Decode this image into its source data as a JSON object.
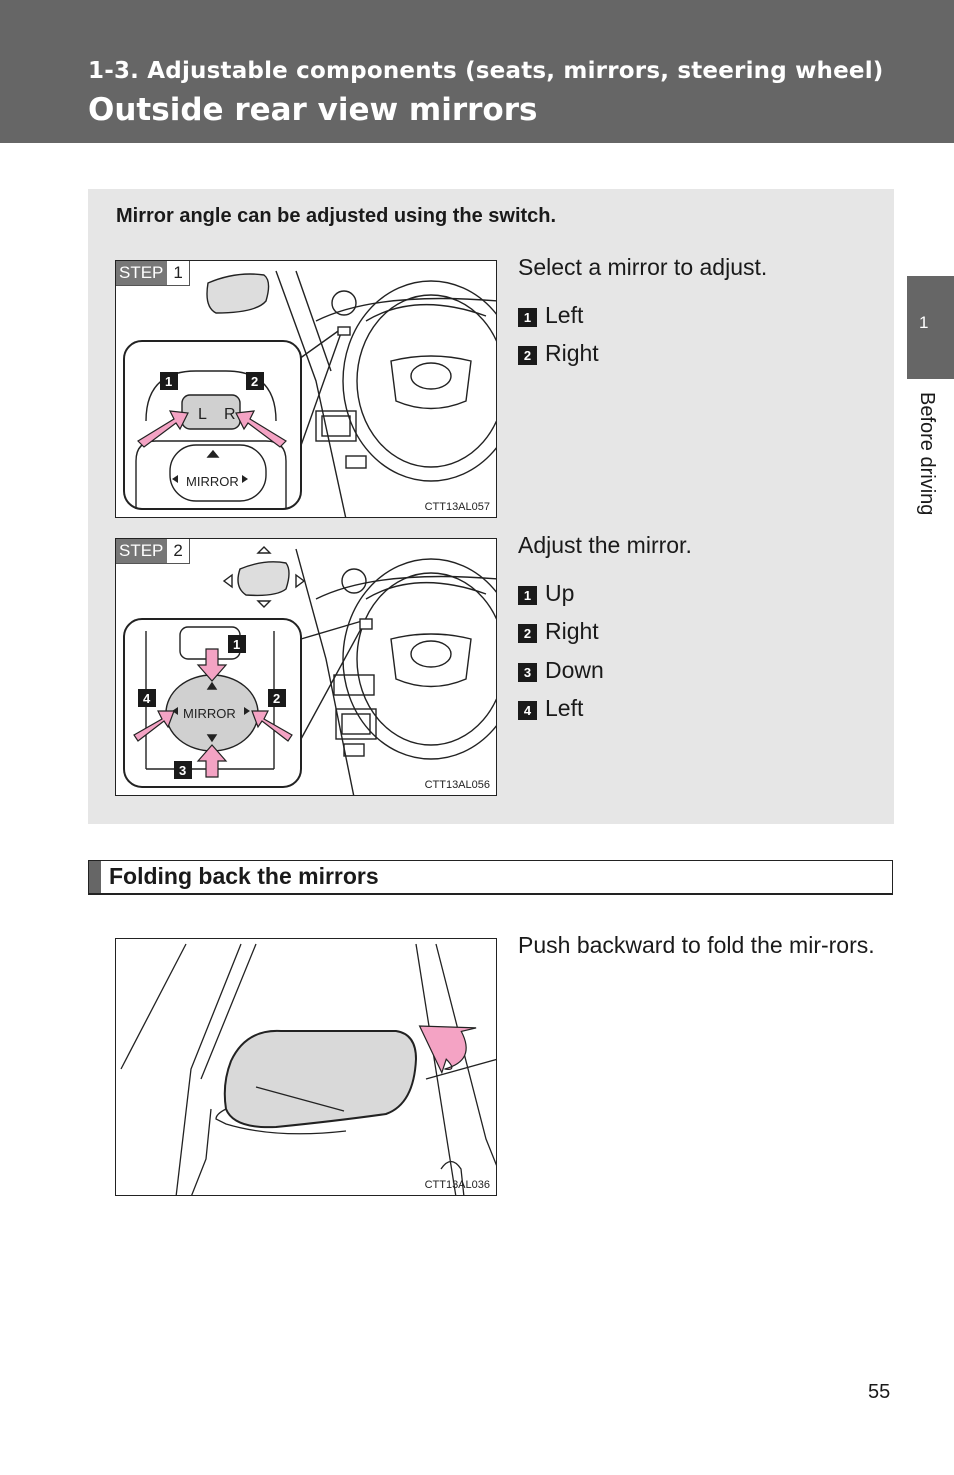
{
  "header": {
    "section": "1-3. Adjustable components (seats, mirrors, steering wheel)",
    "title": "Outside rear view mirrors"
  },
  "side_tab": {
    "number": "1",
    "label": "Before driving"
  },
  "intro": "Mirror angle can be adjusted using the switch.",
  "steps": [
    {
      "badge_step": "STEP",
      "badge_num": "1",
      "fig_code": "CTT13AL057",
      "switch_label_l": "L",
      "switch_label_r": "R",
      "switch_label_mirror": "MIRROR",
      "callouts": [
        "1",
        "2"
      ],
      "desc": "Select a mirror to adjust.",
      "items": [
        {
          "num": "1",
          "text": "Left"
        },
        {
          "num": "2",
          "text": "Right"
        }
      ]
    },
    {
      "badge_step": "STEP",
      "badge_num": "2",
      "fig_code": "CTT13AL056",
      "switch_label_mirror": "MIRROR",
      "callouts": [
        "1",
        "2",
        "3",
        "4"
      ],
      "desc": "Adjust the mirror.",
      "items": [
        {
          "num": "1",
          "text": "Up"
        },
        {
          "num": "2",
          "text": "Right"
        },
        {
          "num": "3",
          "text": "Down"
        },
        {
          "num": "4",
          "text": "Left"
        }
      ]
    }
  ],
  "folding": {
    "heading": "Folding back the mirrors",
    "fig_code": "CTT13AL036",
    "text": "Push backward to fold the mir-rors."
  },
  "page_number": "55",
  "colors": {
    "header_bg": "#666666",
    "panel_bg": "#e6e6e6",
    "arrow_pink": "#f4a3c4"
  }
}
